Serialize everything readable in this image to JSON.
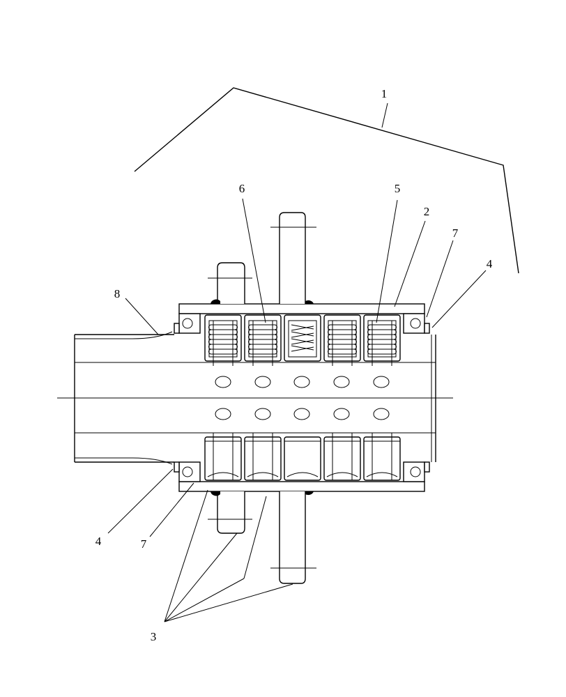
{
  "labels": {
    "l1": "1",
    "l2": "2",
    "l3": "3",
    "l4_left": "4",
    "l4_right": "4",
    "l5": "5",
    "l6": "6",
    "l7_left": "7",
    "l7_right": "7",
    "l8": "8"
  }
}
